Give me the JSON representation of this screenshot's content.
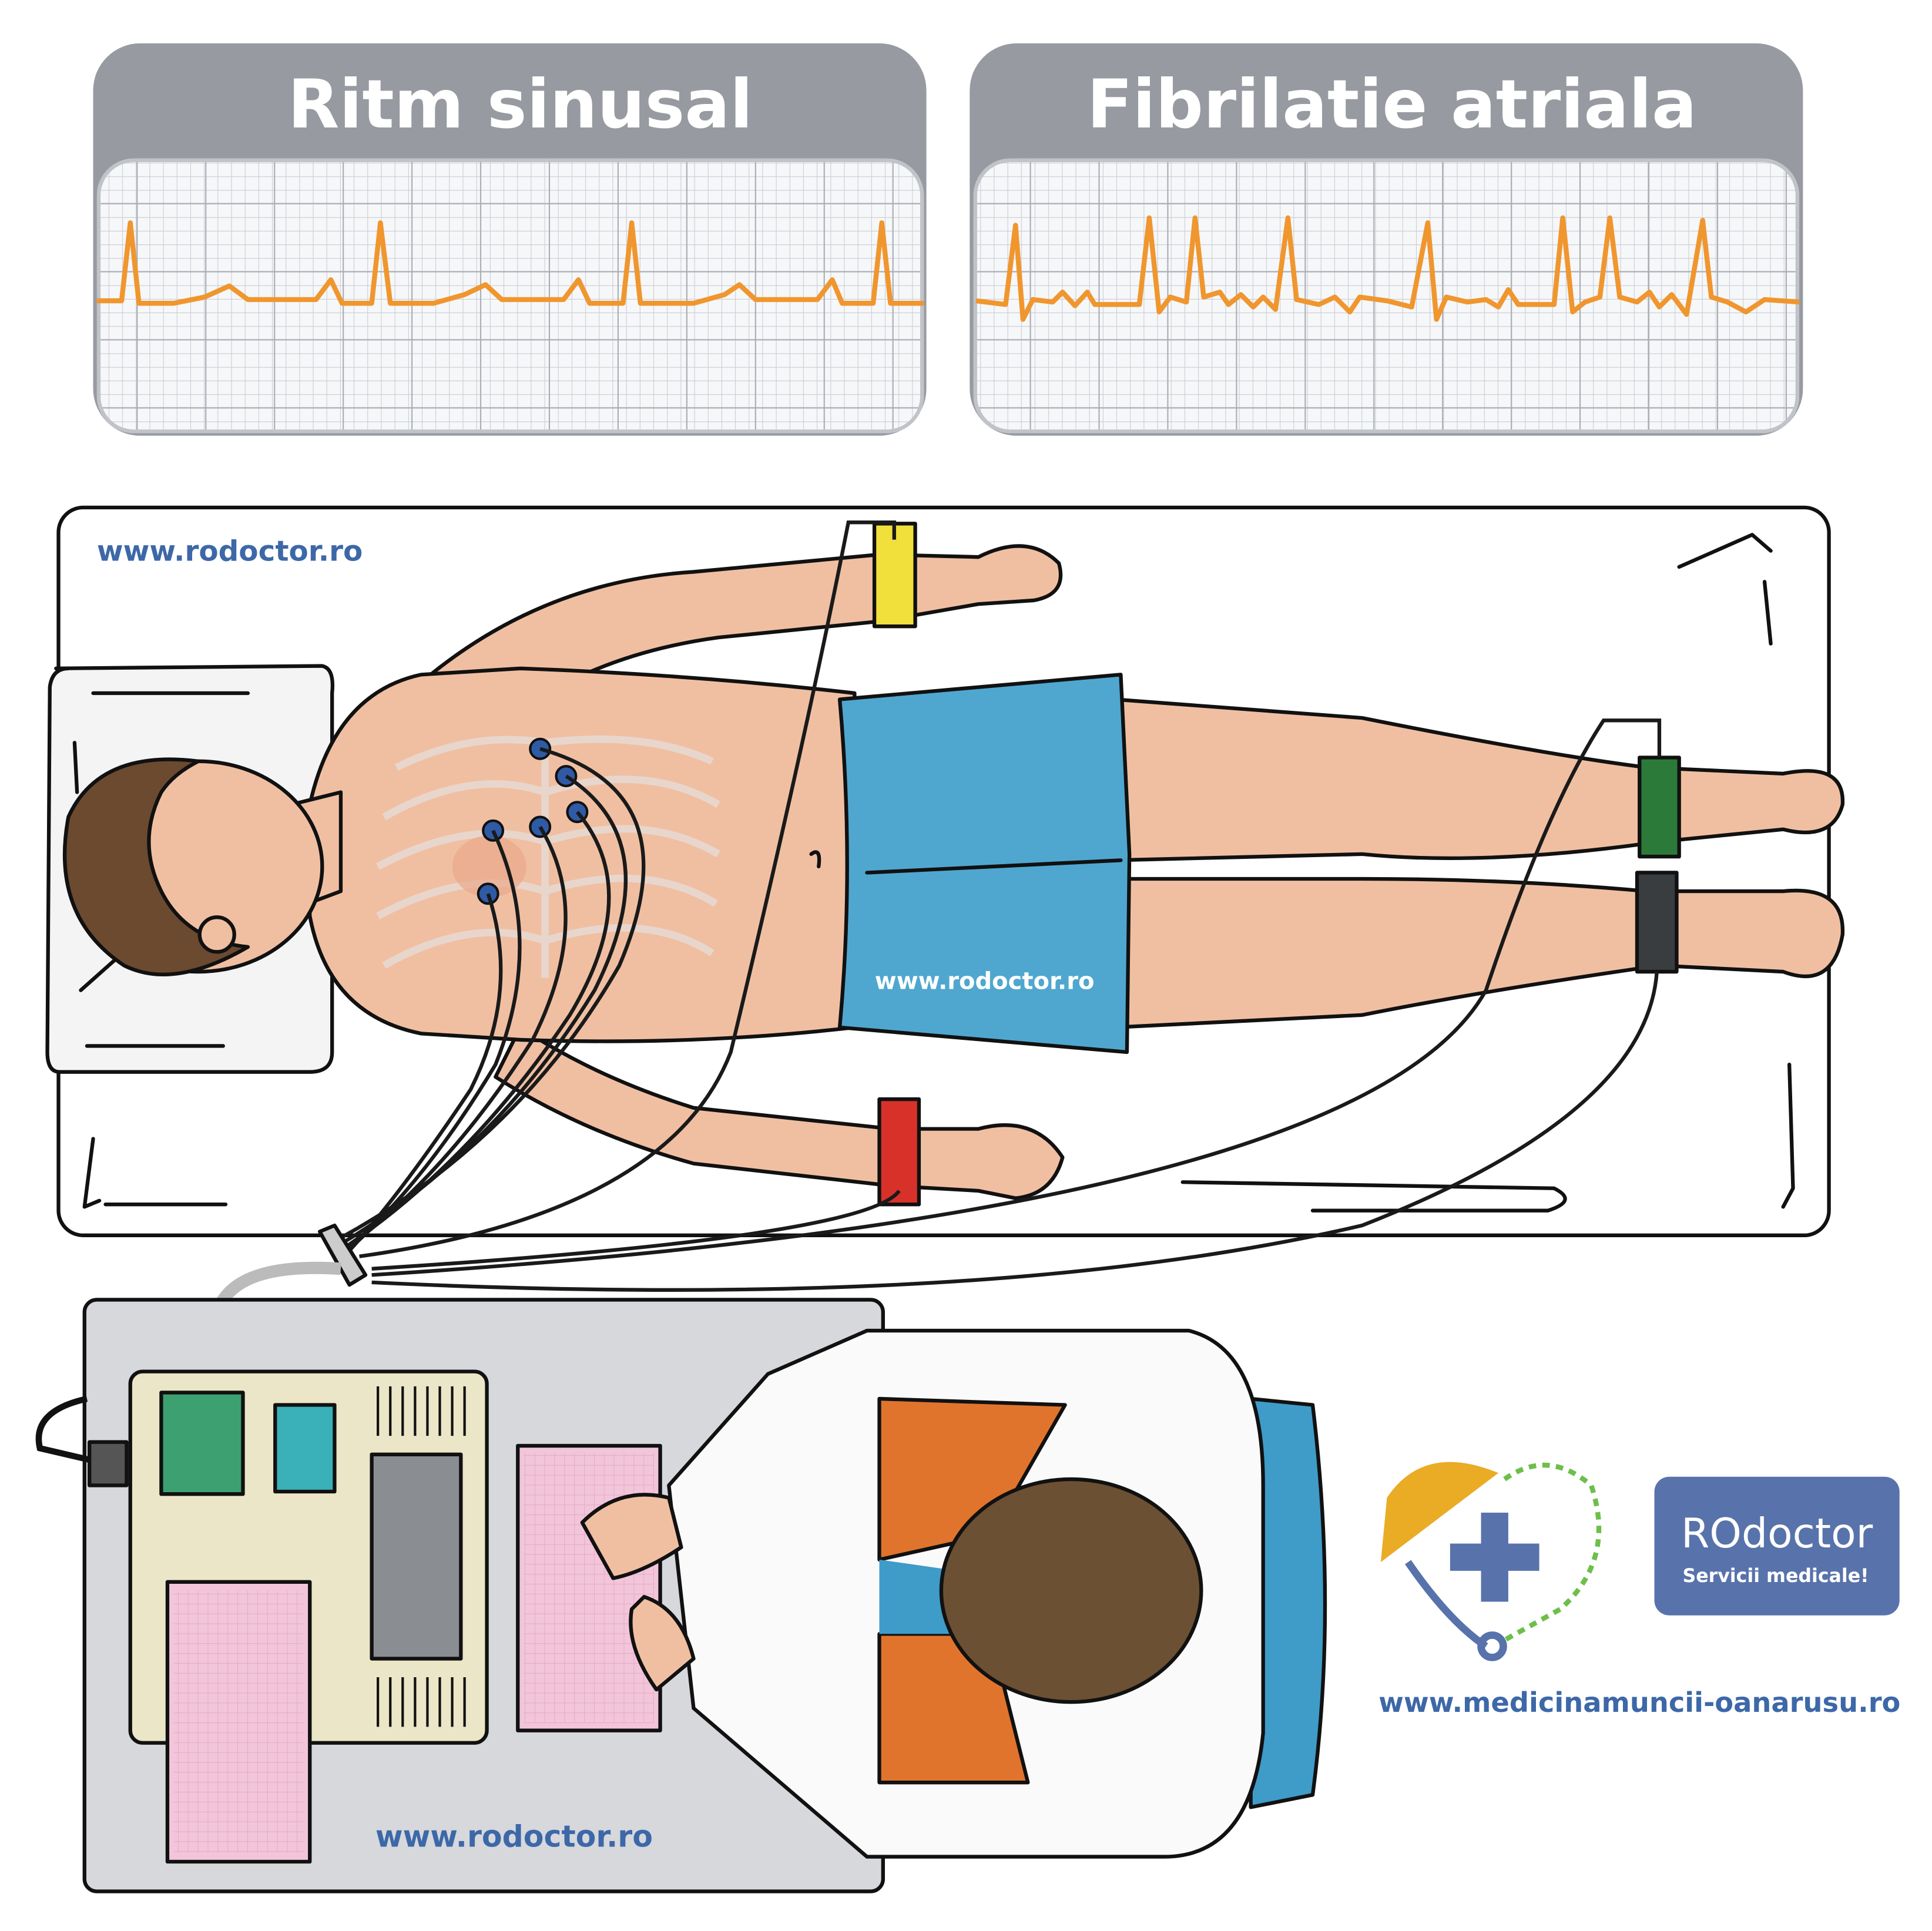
{
  "panels": {
    "sinus": {
      "title": "Ritm sinusal"
    },
    "afib": {
      "title": "Fibrilatie atriala"
    }
  },
  "watermarks": {
    "bed_top": "www.rodoctor.ro",
    "shorts": "www.rodoctor.ro",
    "machine": "www.rodoctor.ro"
  },
  "logo": {
    "brand": "ROdoctor",
    "tagline": "Servicii medicale!",
    "url": "www.medicinamuncii-oanarusu.ro"
  },
  "colors": {
    "trace": "#f0962e",
    "panel_header": "#979aa0",
    "skin": "#f0bfa2",
    "shorts": "#4fa7cf",
    "brand_blue": "#5872ab",
    "electrode_yellow": "#f1e03c",
    "electrode_red": "#d8312a",
    "electrode_green": "#2b7a3a",
    "electrode_black": "#3a3d3f"
  }
}
